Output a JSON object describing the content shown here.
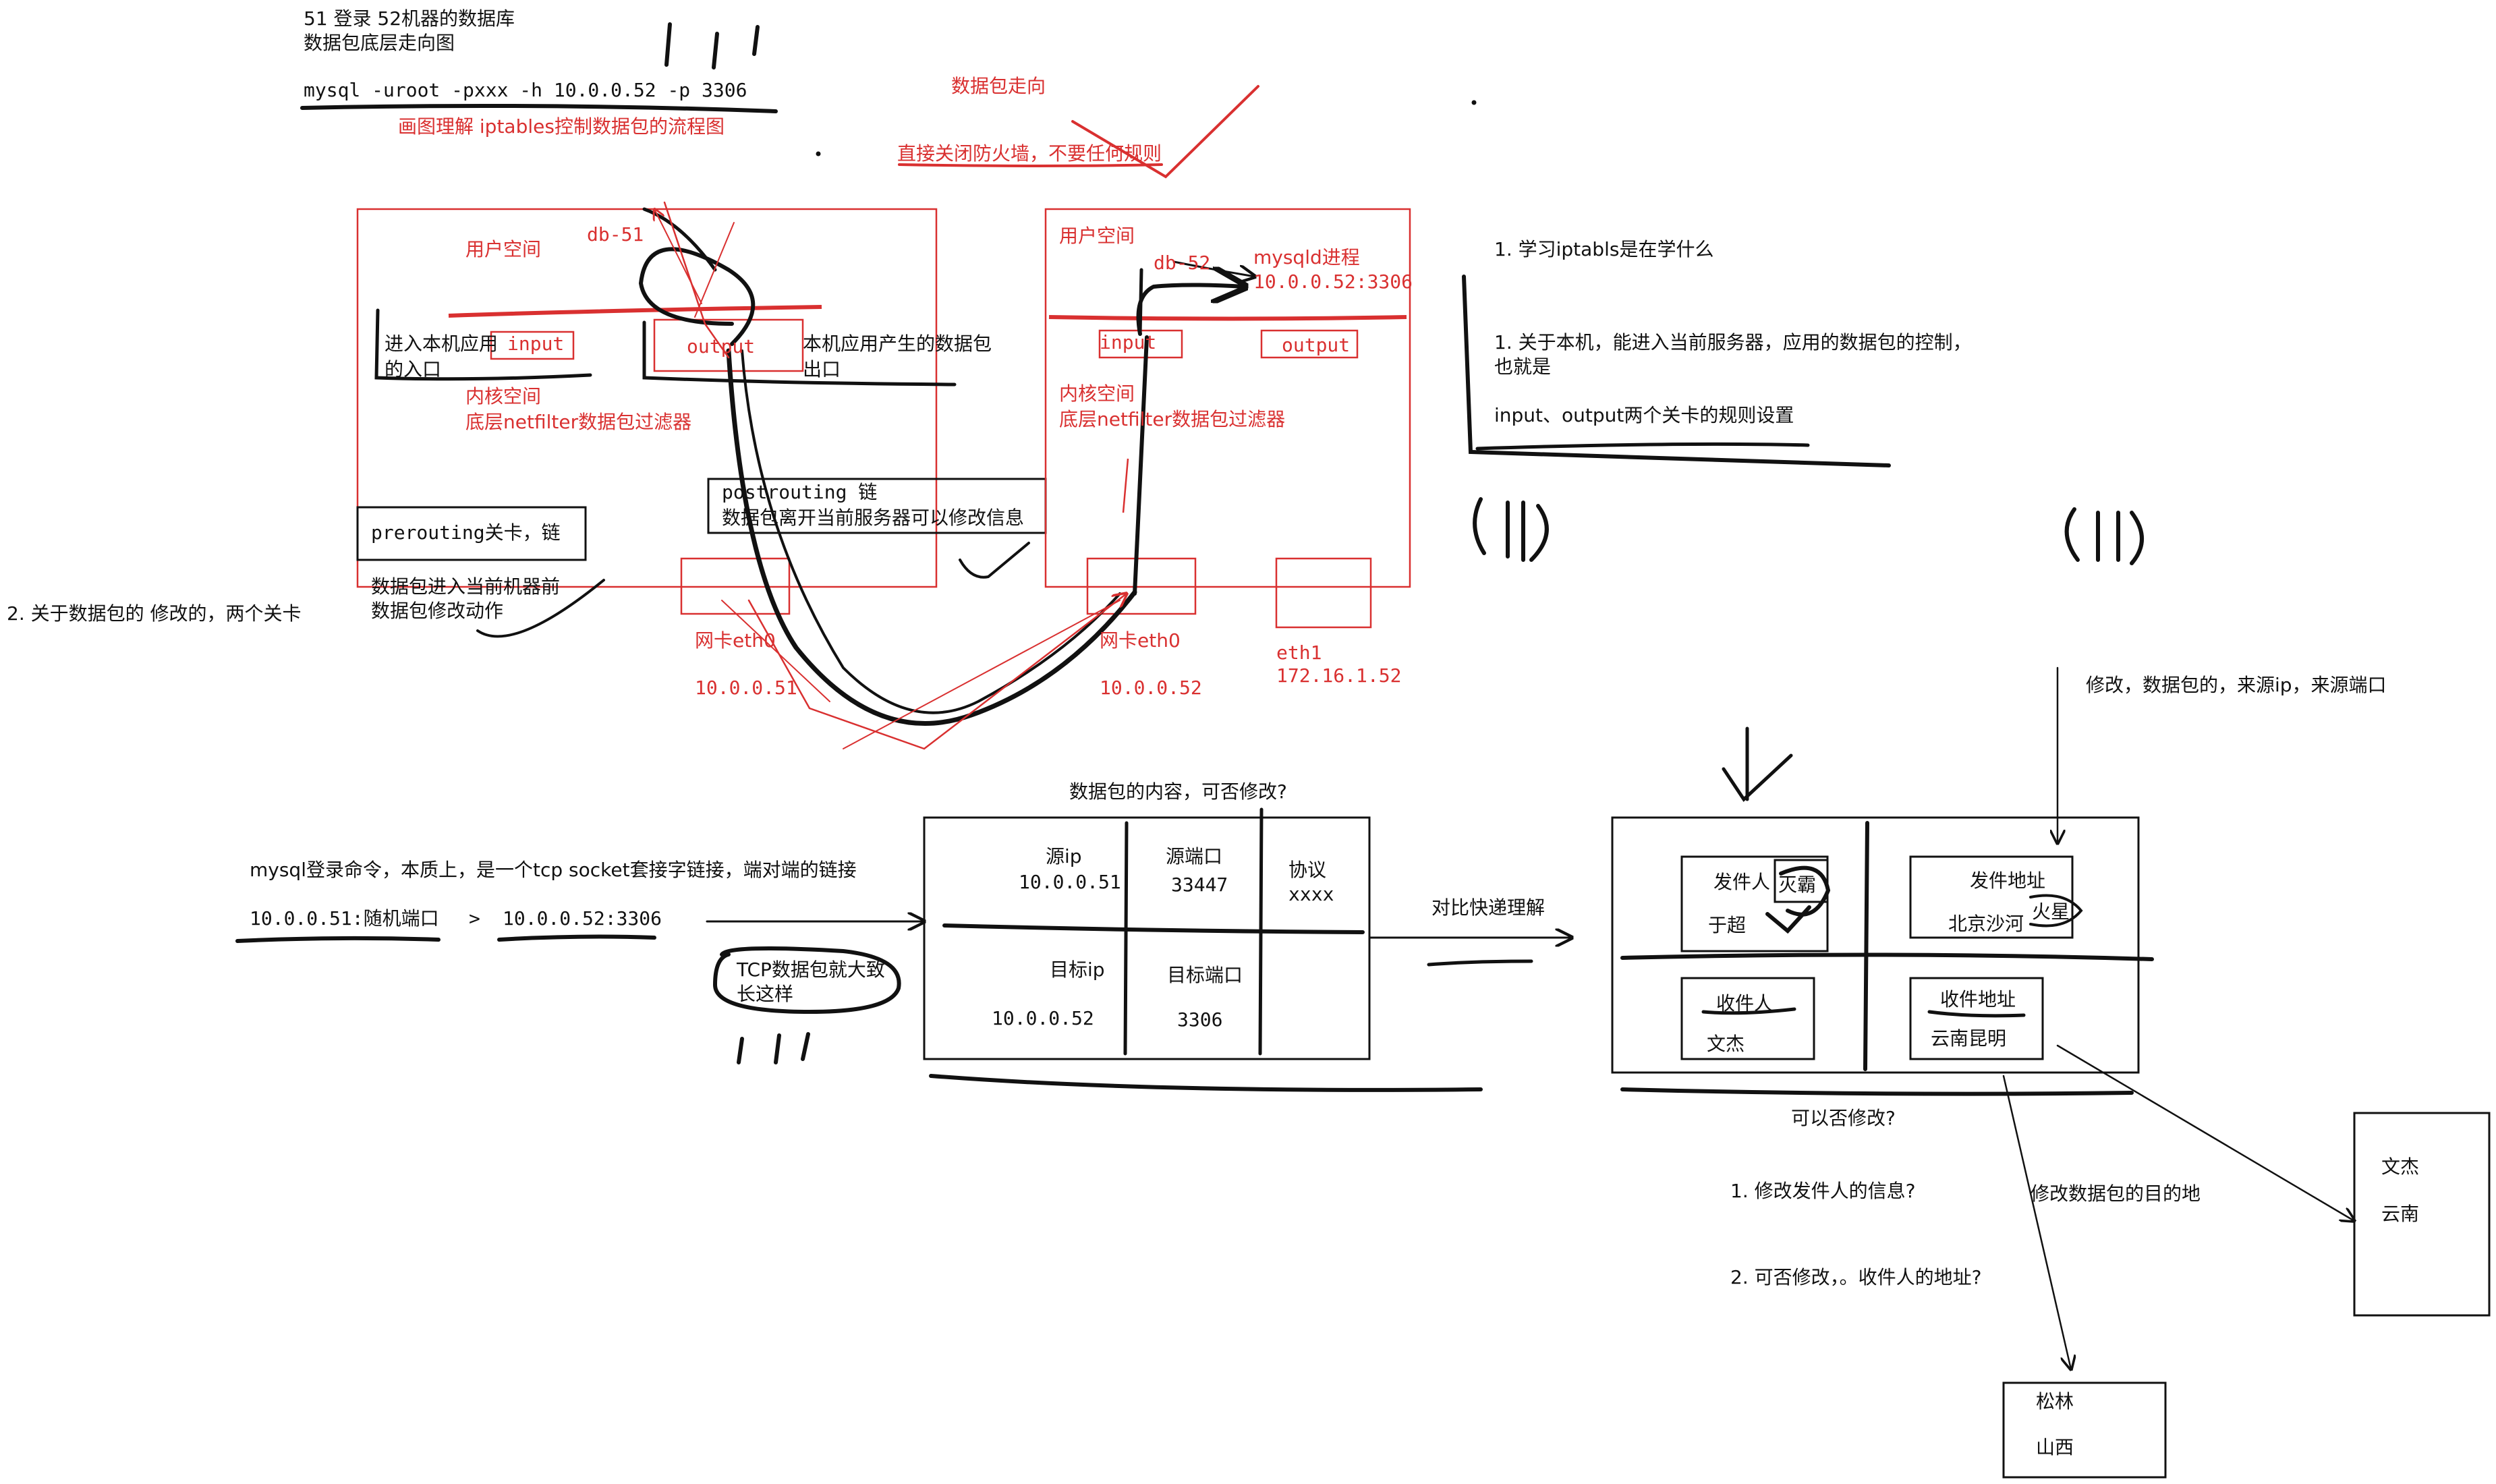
{
  "colors": {
    "ink": "#111111",
    "red": "#d93030",
    "background": "#ffffff"
  },
  "header": {
    "line1": "51   登录 52机器的数据库",
    "line2": "数据包底层走向图",
    "command": "mysql -uroot -pxxx  -h 10.0.0.52 -p 3306",
    "caption": "画图理解 iptables控制数据包的流程图",
    "flow_label": "数据包走向",
    "firewall_note": "直接关闭防火墙，不要任何规则"
  },
  "host51": {
    "user_space": "用户空间",
    "db": "db-51",
    "input": "input",
    "output": "output",
    "input_desc_1": "进入本机应用",
    "input_desc_2": "的入口",
    "output_desc_1": "本机应用产生的数据包",
    "output_desc_2": "出口",
    "kernel_1": "内核空间",
    "kernel_2": "底层netfilter数据包过滤器",
    "prerouting": "prerouting关卡，链",
    "prerouting_desc_1": "数据包进入当前机器前",
    "prerouting_desc_2": "数据包修改动作",
    "postrouting_1": "postrouting 链",
    "postrouting_2": "数据包离开当前服务器可以修改信息",
    "nic": "网卡eth0",
    "ip": "10.0.0.51"
  },
  "host52": {
    "user_space": "用户空间",
    "db": "db-52",
    "mysqld_1": "mysqld进程",
    "mysqld_2": "10.0.0.52:3306",
    "input": "input",
    "output": "output",
    "kernel_1": "内核空间",
    "kernel_2": "底层netfilter数据包过滤器",
    "nic": "网卡eth0",
    "ip": "10.0.0.52",
    "eth1": "eth1",
    "eth1_ip": "172.16.1.52"
  },
  "left_note": "2. 关于数据包的 修改的，两个关卡",
  "right_notes": {
    "n1": "1. 学习iptabls是在学什么",
    "n2": "1. 关于本机，能进入当前服务器，应用的数据包的控制，",
    "n3": "也就是",
    "n4": "input、output两个关卡的规则设置"
  },
  "tcp": {
    "note_1": "mysql登录命令，本质上，是一个tcp   socket套接字链接，端对端的链接",
    "src": "10.0.0.51:随机端口",
    "arrow": ">",
    "dst": "10.0.0.52:3306",
    "bubble_1": "TCP数据包就大致",
    "bubble_2": "长这样"
  },
  "packet": {
    "question": "数据包的内容，可否修改?",
    "src_ip_label": "源ip",
    "src_ip": "10.0.0.51",
    "src_port_label": "源端口",
    "src_port": "33447",
    "proto_label": "协议",
    "proto": "xxxx",
    "dst_ip_label": "目标ip",
    "dst_ip": "10.0.0.52",
    "dst_port_label": "目标端口",
    "dst_port": "3306"
  },
  "express": {
    "compare": "对比快递理解",
    "modify_src": "修改，数据包的，来源ip，来源端口",
    "sender_label": "发件人",
    "sender_new": "灭霸",
    "sender": "于超",
    "sender_addr_label": "发件地址",
    "sender_addr": "北京沙河",
    "sender_addr_new": "火星",
    "receiver_label": "收件人",
    "receiver": "文杰",
    "receiver_addr_label": "收件地址",
    "receiver_addr": "云南昆明",
    "can_modify": "可以否修改?",
    "q1": "1. 修改发件人的信息?",
    "q2": "2. 可否修改，。收件人的地址?",
    "modify_dst": "修改数据包的目的地",
    "dest_a_1": "松林",
    "dest_a_2": "山西",
    "dest_b_1": "文杰",
    "dest_b_2": "云南"
  }
}
